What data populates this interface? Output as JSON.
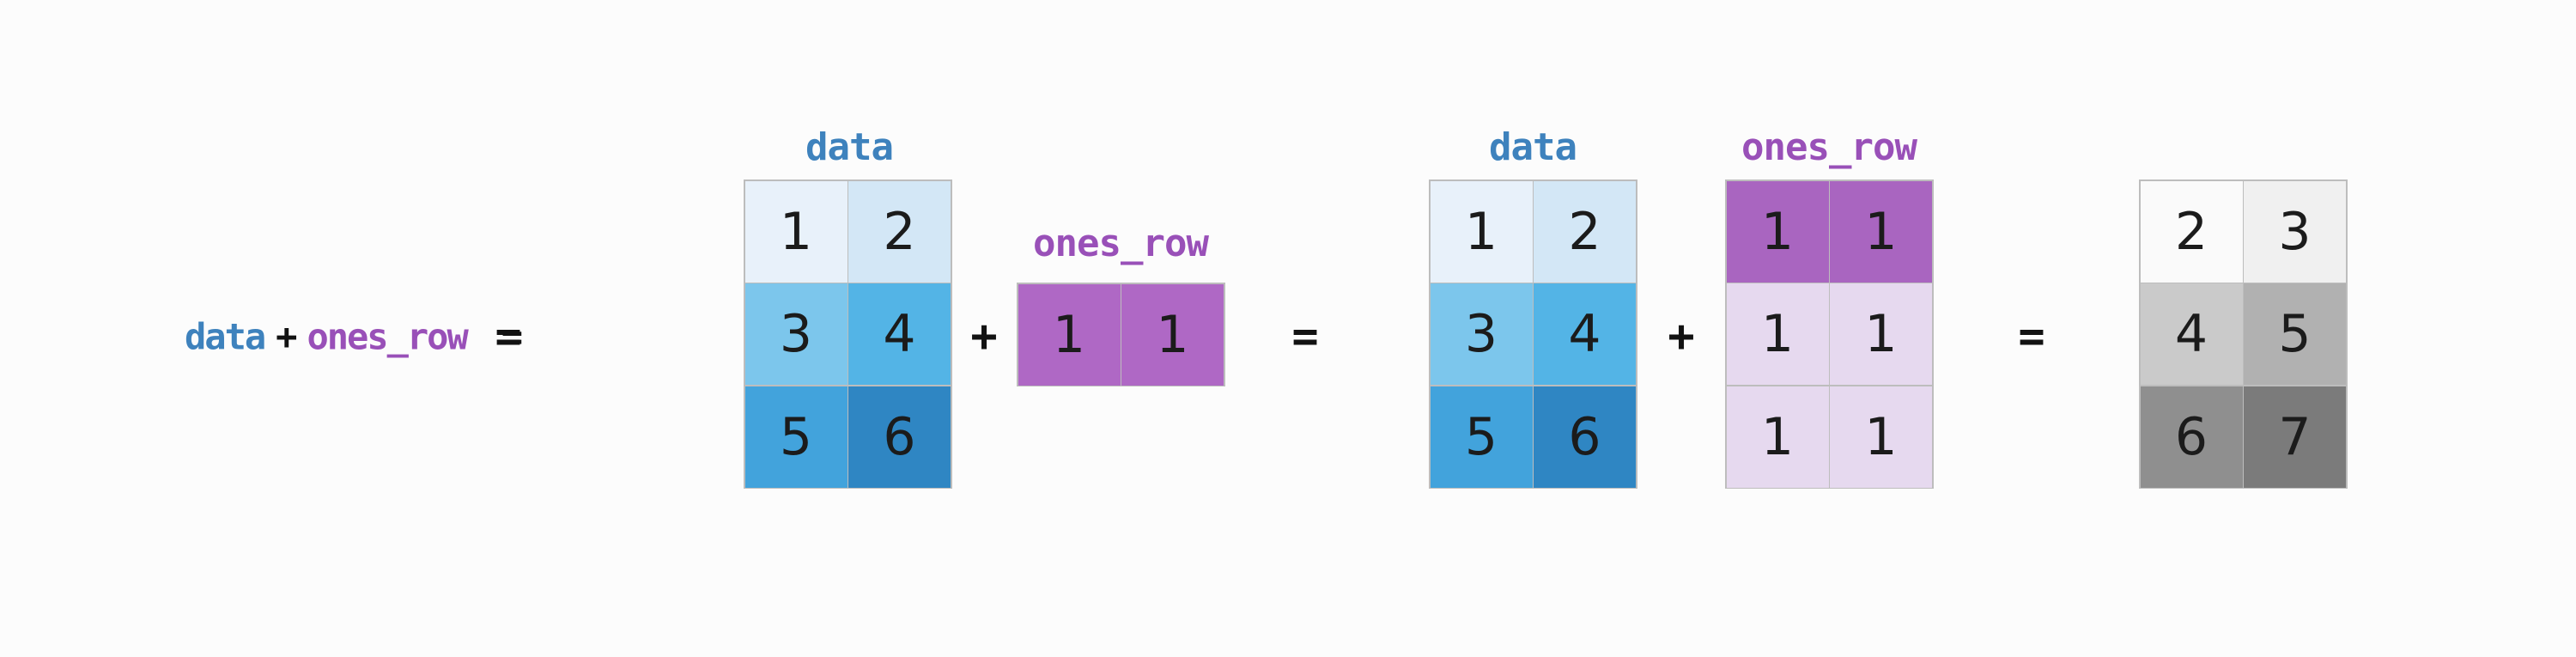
{
  "expression": {
    "lhs": "data",
    "operator": "+",
    "rhs": "ones_row",
    "equals": "="
  },
  "operators": {
    "plus": "+",
    "equals": "="
  },
  "colors": {
    "background": "#fcfcfc",
    "grid_line": "#bdbdbd",
    "data_label": "#3e82bd",
    "ones_row_label": "#9950b8",
    "operator_text": "#121212",
    "number_text": "#1b1b1b"
  },
  "matrices": {
    "data_1": {
      "title": "data",
      "rows": 3,
      "cols": 2,
      "values": [
        [
          1,
          2
        ],
        [
          3,
          4
        ],
        [
          5,
          6
        ]
      ],
      "cell_colors": [
        [
          "#e8f1fa",
          "#d3e7f6"
        ],
        [
          "#7cc6ec",
          "#53b4e6"
        ],
        [
          "#42a3dc",
          "#2f86c3"
        ]
      ]
    },
    "ones_row_1x2": {
      "title": "ones_row",
      "rows": 1,
      "cols": 2,
      "values": [
        [
          1,
          1
        ]
      ],
      "cell_colors": [
        [
          "#af68c5",
          "#af68c5"
        ]
      ]
    },
    "data_2": {
      "title": "data",
      "rows": 3,
      "cols": 2,
      "values": [
        [
          1,
          2
        ],
        [
          3,
          4
        ],
        [
          5,
          6
        ]
      ],
      "cell_colors": [
        [
          "#e8f1fa",
          "#d3e7f6"
        ],
        [
          "#7cc6ec",
          "#53b4e6"
        ],
        [
          "#42a3dc",
          "#2f86c3"
        ]
      ]
    },
    "ones_row_3x2_broadcast": {
      "title": "ones_row",
      "rows": 3,
      "cols": 2,
      "values": [
        [
          1,
          1
        ],
        [
          1,
          1
        ],
        [
          1,
          1
        ]
      ],
      "cell_colors": [
        [
          "#a965c0",
          "#a965c0"
        ],
        [
          "#e6d9ef",
          "#e6d9ef"
        ],
        [
          "#e6d9ef",
          "#e6d9ef"
        ]
      ]
    },
    "result": {
      "title": "",
      "rows": 3,
      "cols": 2,
      "values": [
        [
          2,
          3
        ],
        [
          4,
          5
        ],
        [
          6,
          7
        ]
      ],
      "cell_colors": [
        [
          "#fafafa",
          "#f0f0f0"
        ],
        [
          "#cacaca",
          "#b1b1b1"
        ],
        [
          "#8f8f8f",
          "#7b7b7b"
        ]
      ]
    }
  }
}
